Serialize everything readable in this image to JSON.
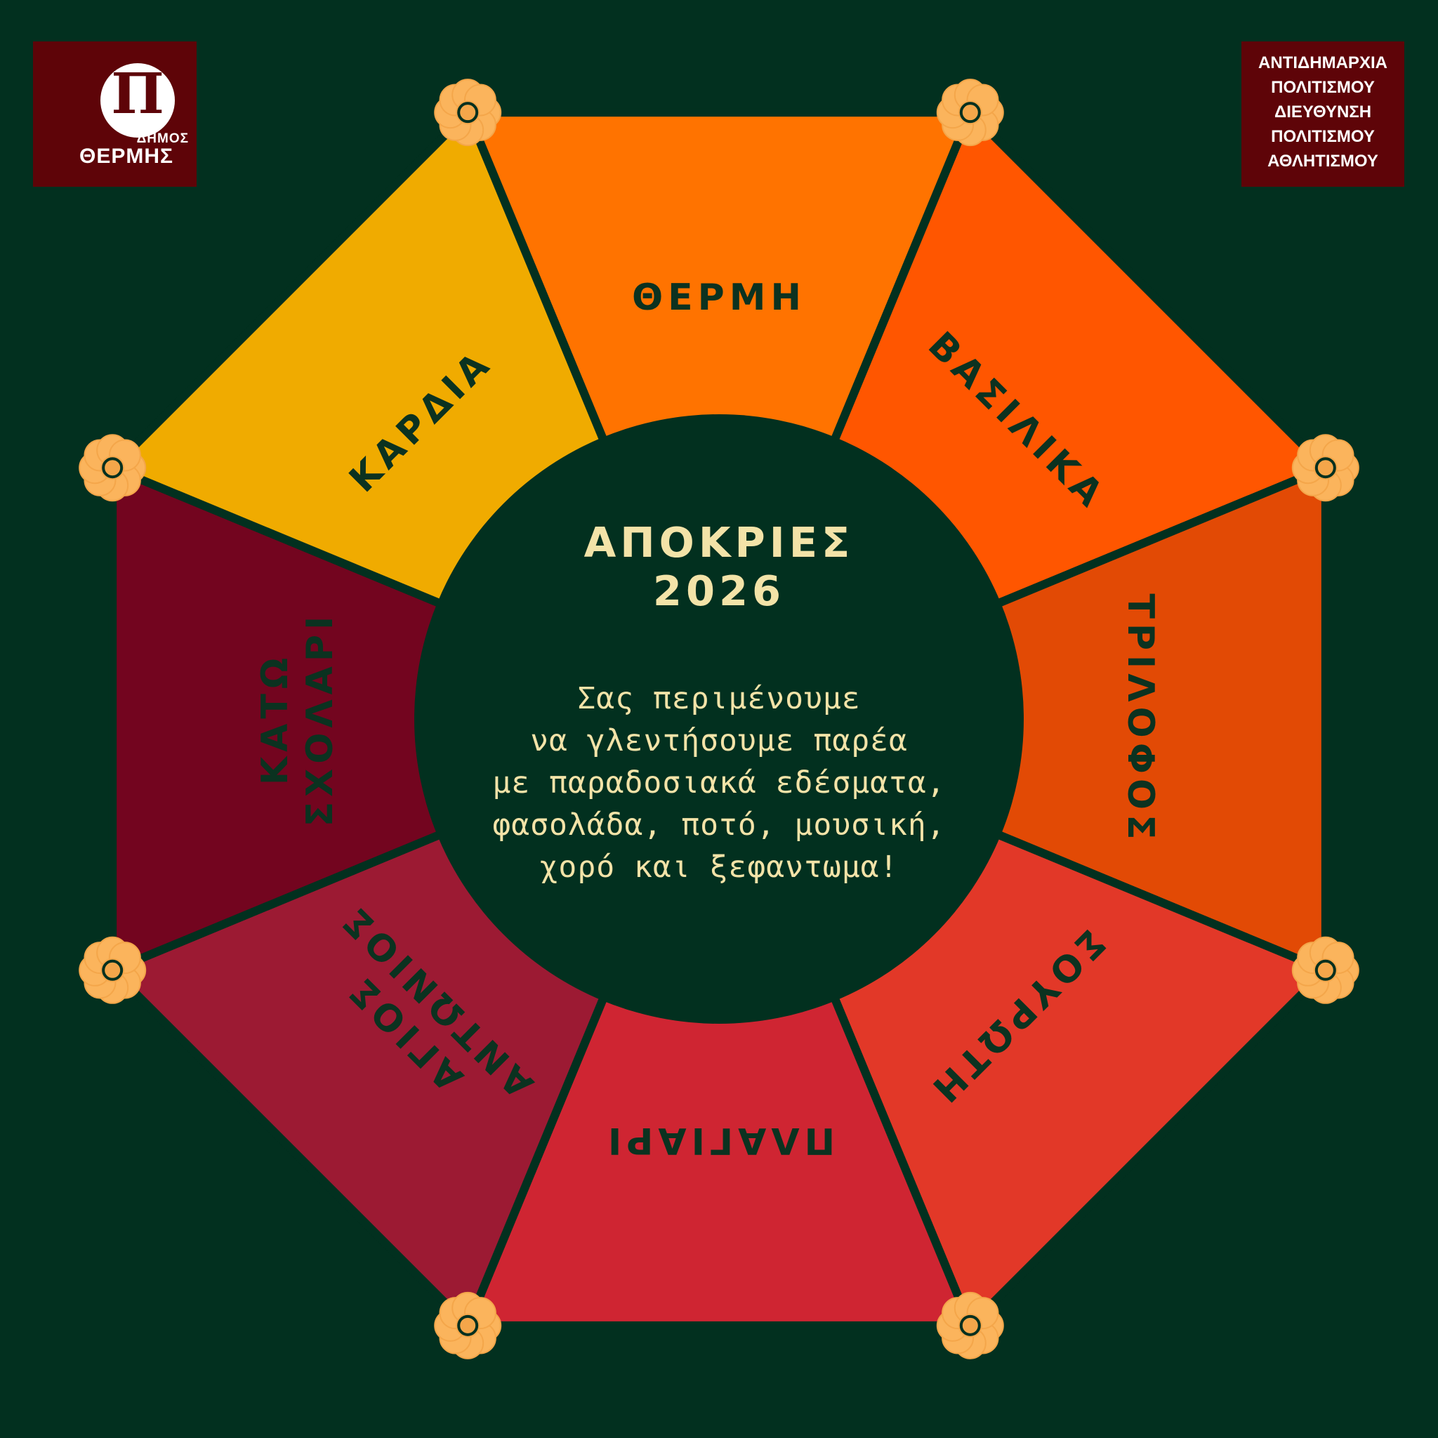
{
  "logo": {
    "glyph": "Π",
    "small": "ΔΗΜΟΣ",
    "big": "ΘΕΡΜΗΣ"
  },
  "department": [
    "ΑΝΤΙΔΗΜΑΡΧΙΑ",
    "ΠΟΛΙΤΙΣΜΟΥ",
    "ΔΙΕΥΘΥΝΣΗ",
    "ΠΟΛΙΤΙΣΜΟΥ",
    "ΑΘΛΗΤΙΣΜΟΥ"
  ],
  "center": {
    "title_line1": "ΑΠΟΚΡΙΕΣ",
    "title_line2": "2026",
    "message": [
      "Σας περιμένουμε",
      "να γλεντήσουμε παρέα",
      "με παραδοσιακά εδέσματα,",
      "φασολάδα, ποτό, μουσική,",
      "χορό και ξεφαντωμα!"
    ]
  },
  "colors": {
    "background": "#02301f",
    "label": "#0b3220",
    "center_text": "#f3e3a8",
    "flower_petal": "#fbb45c",
    "flower_center": "#f4a64a"
  },
  "segments": [
    {
      "lines": [
        "ΘΕΡΜΗ"
      ],
      "color": "#ff7300"
    },
    {
      "lines": [
        "ΒΑΣΙΛΙΚΑ"
      ],
      "color": "#ff5600"
    },
    {
      "lines": [
        "ΤΡΙΛΟΦΟΣ"
      ],
      "color": "#e24a05"
    },
    {
      "lines": [
        "ΣΟΥΡΩΤΗ"
      ],
      "color": "#e23828"
    },
    {
      "lines": [
        "ΠΛΑΓΙΑΡΙ"
      ],
      "color": "#cf2532"
    },
    {
      "lines": [
        "ΑΓΙΟΣ",
        "ΑΝΤΩΝΙΟΣ"
      ],
      "color": "#9c1a33"
    },
    {
      "lines": [
        "ΚΑΤΩ",
        "ΣΧΟΛΑΡΙ"
      ],
      "color": "#73051f"
    },
    {
      "lines": [
        "ΚΑΡΔΙΑ"
      ],
      "color": "#f0ab00"
    }
  ]
}
